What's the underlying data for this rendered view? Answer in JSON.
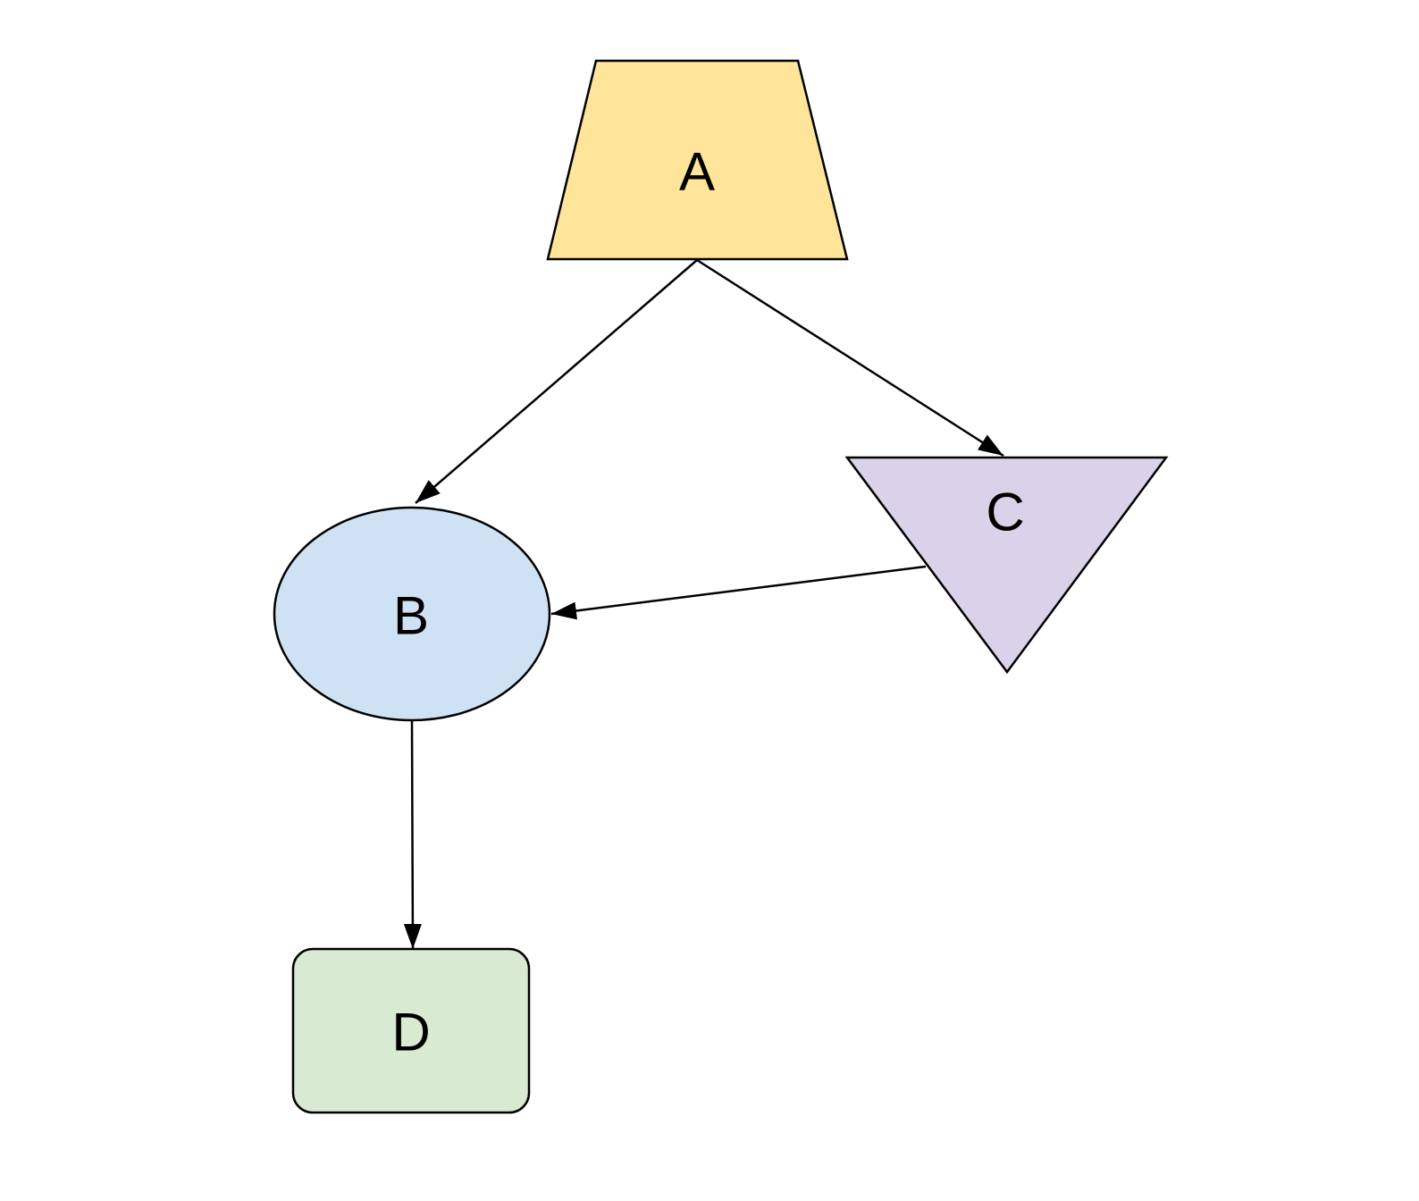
{
  "diagram": {
    "background_color": "#ffffff",
    "stroke_color": "#000000",
    "nodes": {
      "a": {
        "label": "A",
        "shape": "trapezoid",
        "fill": "#ffe599"
      },
      "b": {
        "label": "B",
        "shape": "ellipse",
        "fill": "#cfe2f3"
      },
      "c": {
        "label": "C",
        "shape": "inverted-triangle",
        "fill": "#d9d2e9"
      },
      "d": {
        "label": "D",
        "shape": "rounded-rectangle",
        "fill": "#d9ead3"
      }
    },
    "edges": [
      {
        "from": "A",
        "to": "B",
        "arrowhead": "filled-triangle"
      },
      {
        "from": "A",
        "to": "C",
        "arrowhead": "filled-triangle"
      },
      {
        "from": "C",
        "to": "B",
        "arrowhead": "filled-triangle"
      },
      {
        "from": "B",
        "to": "D",
        "arrowhead": "filled-triangle"
      }
    ]
  }
}
